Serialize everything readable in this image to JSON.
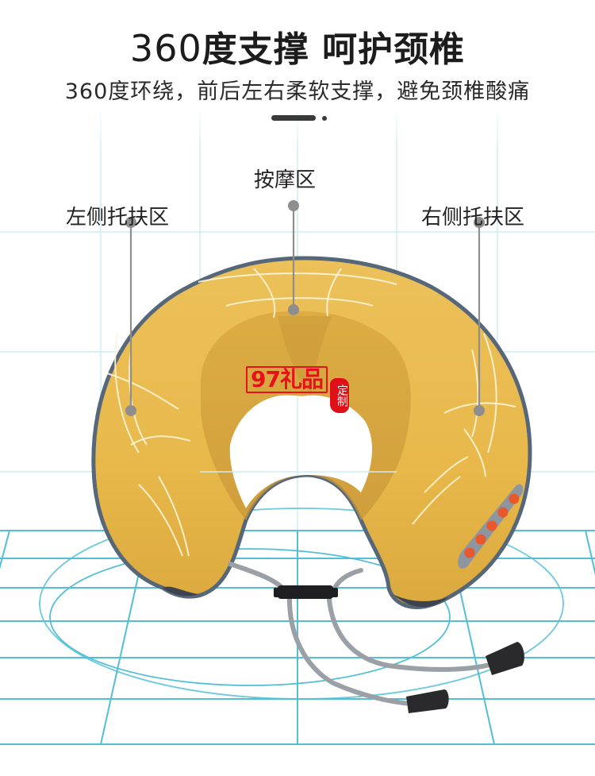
{
  "header": {
    "title_number": "360",
    "title_text": "度支撑 呵护颈椎",
    "subtitle": "360度环绕，前后左右柔软支撑，避免颈椎酸痛"
  },
  "carousel": {
    "active_index": 0,
    "count": 2
  },
  "callouts": {
    "center": "按摩区",
    "left": "左侧托扶区",
    "right": "右侧托扶区"
  },
  "watermark": {
    "text": "97礼品",
    "seal": "定制"
  },
  "product": {
    "name": "U-shaped neck massager pillow",
    "color": "#e9b94c",
    "piping_color": "#56677a",
    "button_color": "#e9582c",
    "button_count": 5
  },
  "colors": {
    "grid": "#52bfd6",
    "grid_light": "#cdeef4",
    "text": "#1c1c1c",
    "callout_line": "#8e8e8e"
  }
}
